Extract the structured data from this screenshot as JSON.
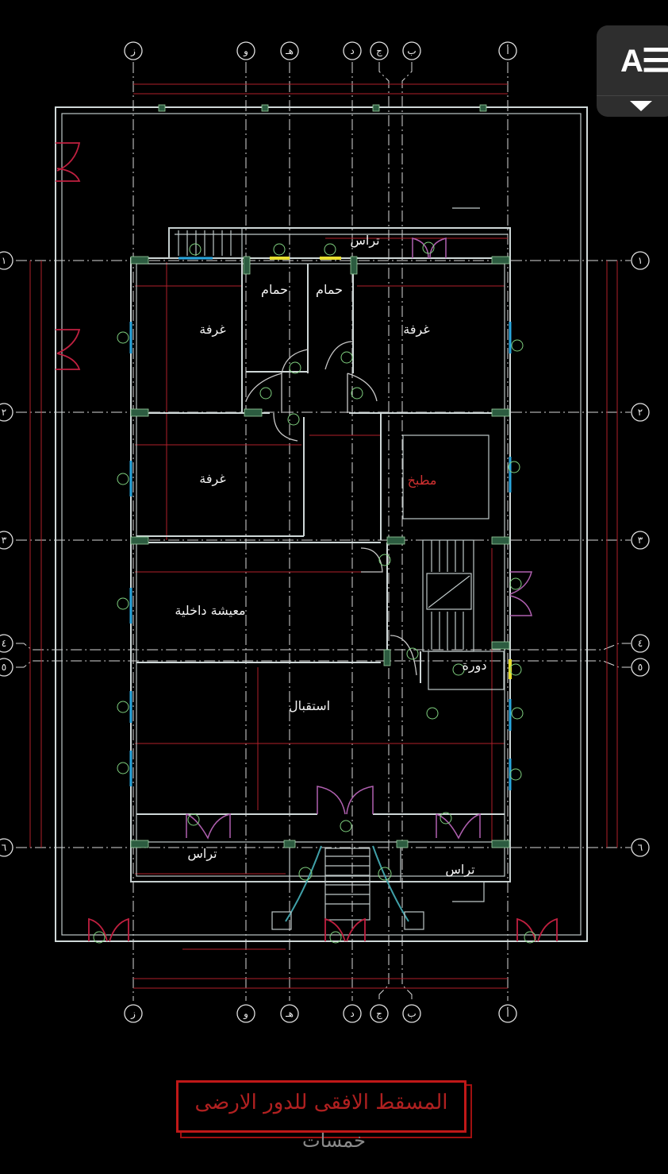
{
  "drawing": {
    "title": "المسقط الافقى للدور الارضى",
    "watermark": "خمسات",
    "grid_columns": [
      "ز",
      "و",
      "هـ",
      "د",
      "ج",
      "ب",
      "أ"
    ],
    "grid_rows": [
      "١",
      "٢",
      "٣",
      "٤",
      "٥",
      "٦"
    ],
    "rooms": {
      "terrace_top": "تراس",
      "bath_1": "حمام",
      "bath_2": "حمام",
      "room_nw": "غرفة",
      "room_ne": "غرفة",
      "room_w": "غرفة",
      "kitchen": "مطبخ",
      "living": "معيشة داخلية",
      "reception": "استقبال",
      "wc": "دورة",
      "terrace_sw": "تراس",
      "terrace_se": "تراس"
    },
    "colors": {
      "background": "#000000",
      "walls": "#cfd8d8",
      "dimensions": "#b0202a",
      "windows": "#2aa8e0",
      "title": "#c01818"
    }
  },
  "toolbar": {
    "text_style_label": "A☰"
  }
}
